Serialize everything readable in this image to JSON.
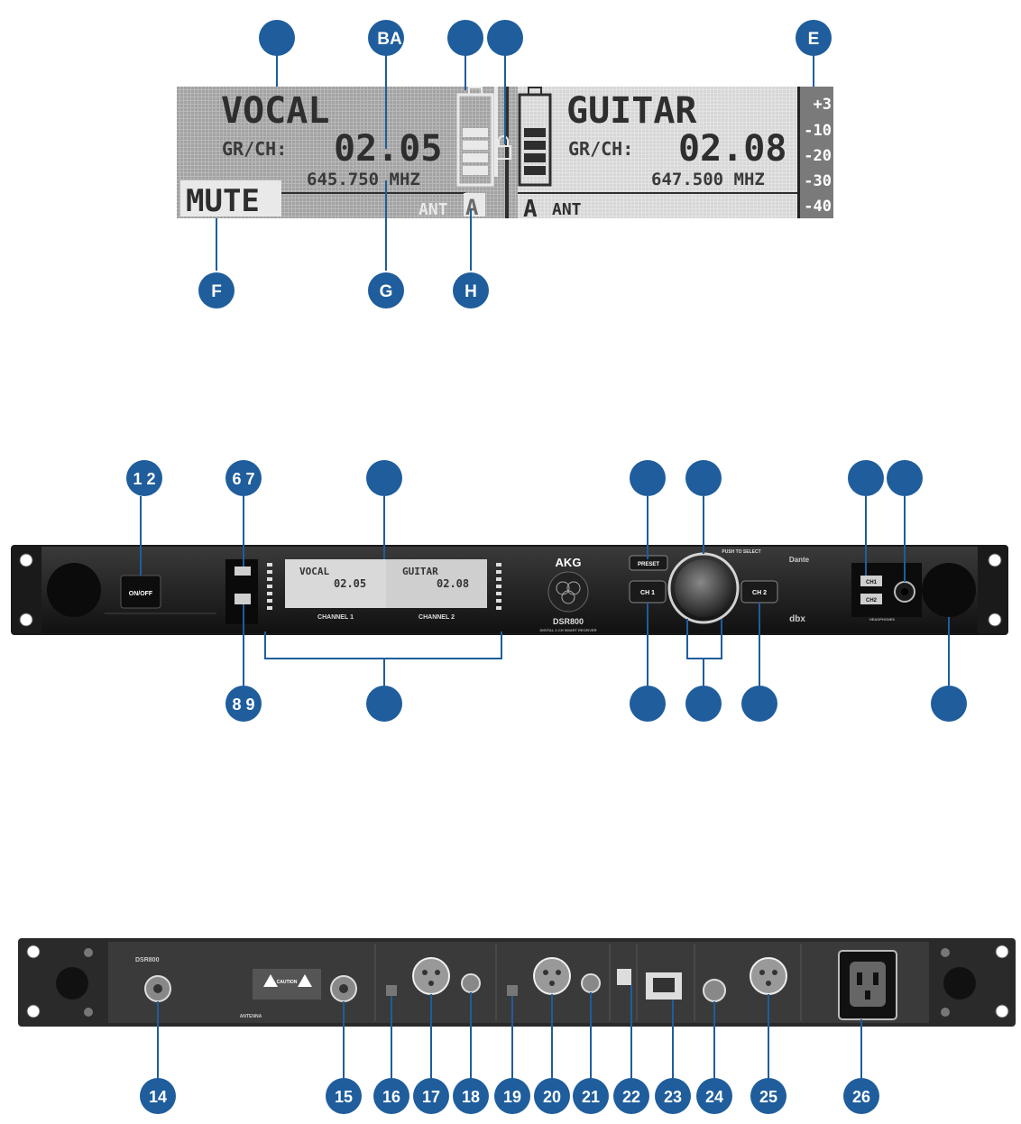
{
  "lcd": {
    "ch1": {
      "name": "VOCAL",
      "grch_label": "GR/CH:",
      "grch_value": "02.05",
      "freq": "645.750 MHZ",
      "mute": "MUTE",
      "ant_label": "ANT",
      "ant_value": "A"
    },
    "ch2": {
      "name": "GUITAR",
      "grch_label": "GR/CH:",
      "grch_value": "02.08",
      "freq": "647.500 MHZ",
      "ant_label": "ANT",
      "ant_value": "A"
    },
    "meter_scale": [
      "+3",
      "-10",
      "-20",
      "-30",
      "-40"
    ],
    "callouts_top": [
      "",
      "BA",
      "",
      "",
      "E"
    ],
    "callouts_bottom": [
      "F",
      "G",
      "H"
    ]
  },
  "front": {
    "power_label": "ON/OFF",
    "brand": "AKG",
    "model": "DSR800",
    "model_sub": "DIGITAL 2-CH SMART RECEIVER",
    "channel1_label": "CHANNEL 1",
    "channel2_label": "CHANNEL 2",
    "lcd_ch1_name": "VOCAL",
    "lcd_ch1_value": "02.05",
    "lcd_ch2_name": "GUITAR",
    "lcd_ch2_value": "02.08",
    "preset_label": "PRESET",
    "ch1_button": "CH 1",
    "ch2_button": "CH 2",
    "knob_label": "PUSH TO SELECT",
    "dante": "Dante",
    "db": "dbx",
    "hp_ch1": "CH1",
    "hp_ch2": "CH2",
    "hp_label": "HEADPHONES",
    "callouts_top": [
      "1 2",
      "6 7",
      "",
      "",
      "",
      "",
      ""
    ],
    "callouts_bottom": [
      "8 9",
      "",
      "",
      "",
      "",
      ""
    ]
  },
  "rear": {
    "model": "DSR800",
    "antenna_label": "ANTENNA",
    "warning_label": "CAUTION",
    "callouts": [
      "14",
      "15",
      "16",
      "17",
      "18",
      "19",
      "20",
      "21",
      "22",
      "23",
      "24",
      "25",
      "26"
    ]
  }
}
